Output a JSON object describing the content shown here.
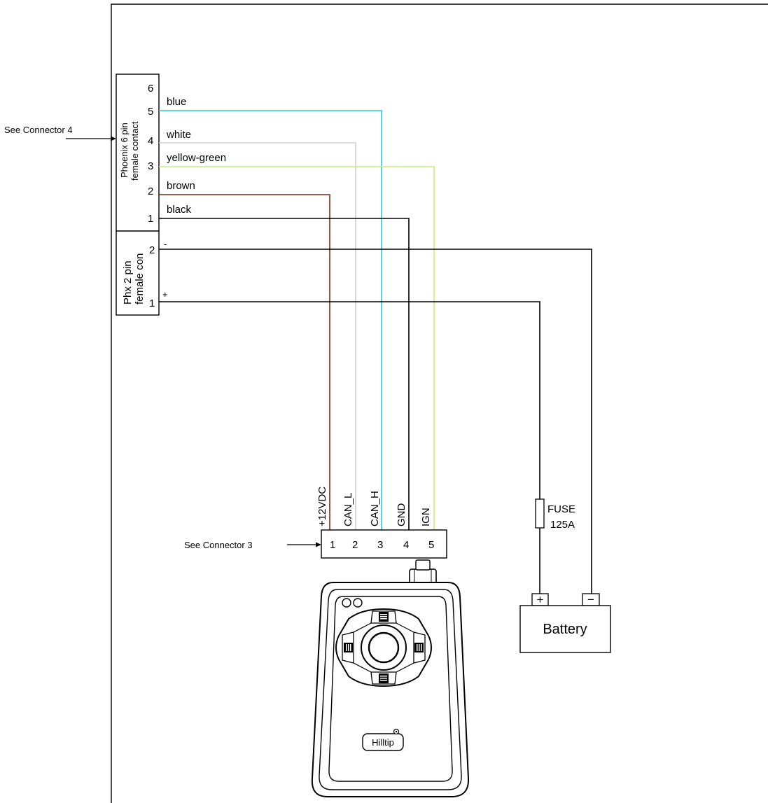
{
  "see_connector_4": "See Connector 4",
  "see_connector_3": "See Connector 3",
  "connector_6pin": {
    "title_line1": "Phoenix 6 pin",
    "title_line2": "female contact",
    "pins": [
      "6",
      "5",
      "4",
      "3",
      "2",
      "1"
    ]
  },
  "connector_2pin": {
    "title_line1": "Phx 2 pin",
    "title_line2": "female con",
    "pins": [
      "2",
      "1"
    ],
    "minus_label": "-",
    "plus_label": "+"
  },
  "wires": {
    "blue": {
      "label": "blue",
      "color": "#2bc4e0"
    },
    "white": {
      "label": "white",
      "color": "#cfcfcf"
    },
    "yellow_green": {
      "label": "yellow-green",
      "color": "#c6ee78"
    },
    "brown": {
      "label": "brown",
      "color": "#7a2c14"
    },
    "black": {
      "label": "black",
      "color": "#000000"
    }
  },
  "device_connector": {
    "signals": [
      "+12VDC",
      "CAN_L",
      "CAN_H",
      "GND",
      "IGN"
    ],
    "pins": [
      "1",
      "2",
      "3",
      "4",
      "5"
    ]
  },
  "device": {
    "brand": "Hilltip"
  },
  "fuse": {
    "line1": "FUSE",
    "line2": "125A"
  },
  "battery": {
    "label": "Battery",
    "plus": "+",
    "minus": "−"
  }
}
